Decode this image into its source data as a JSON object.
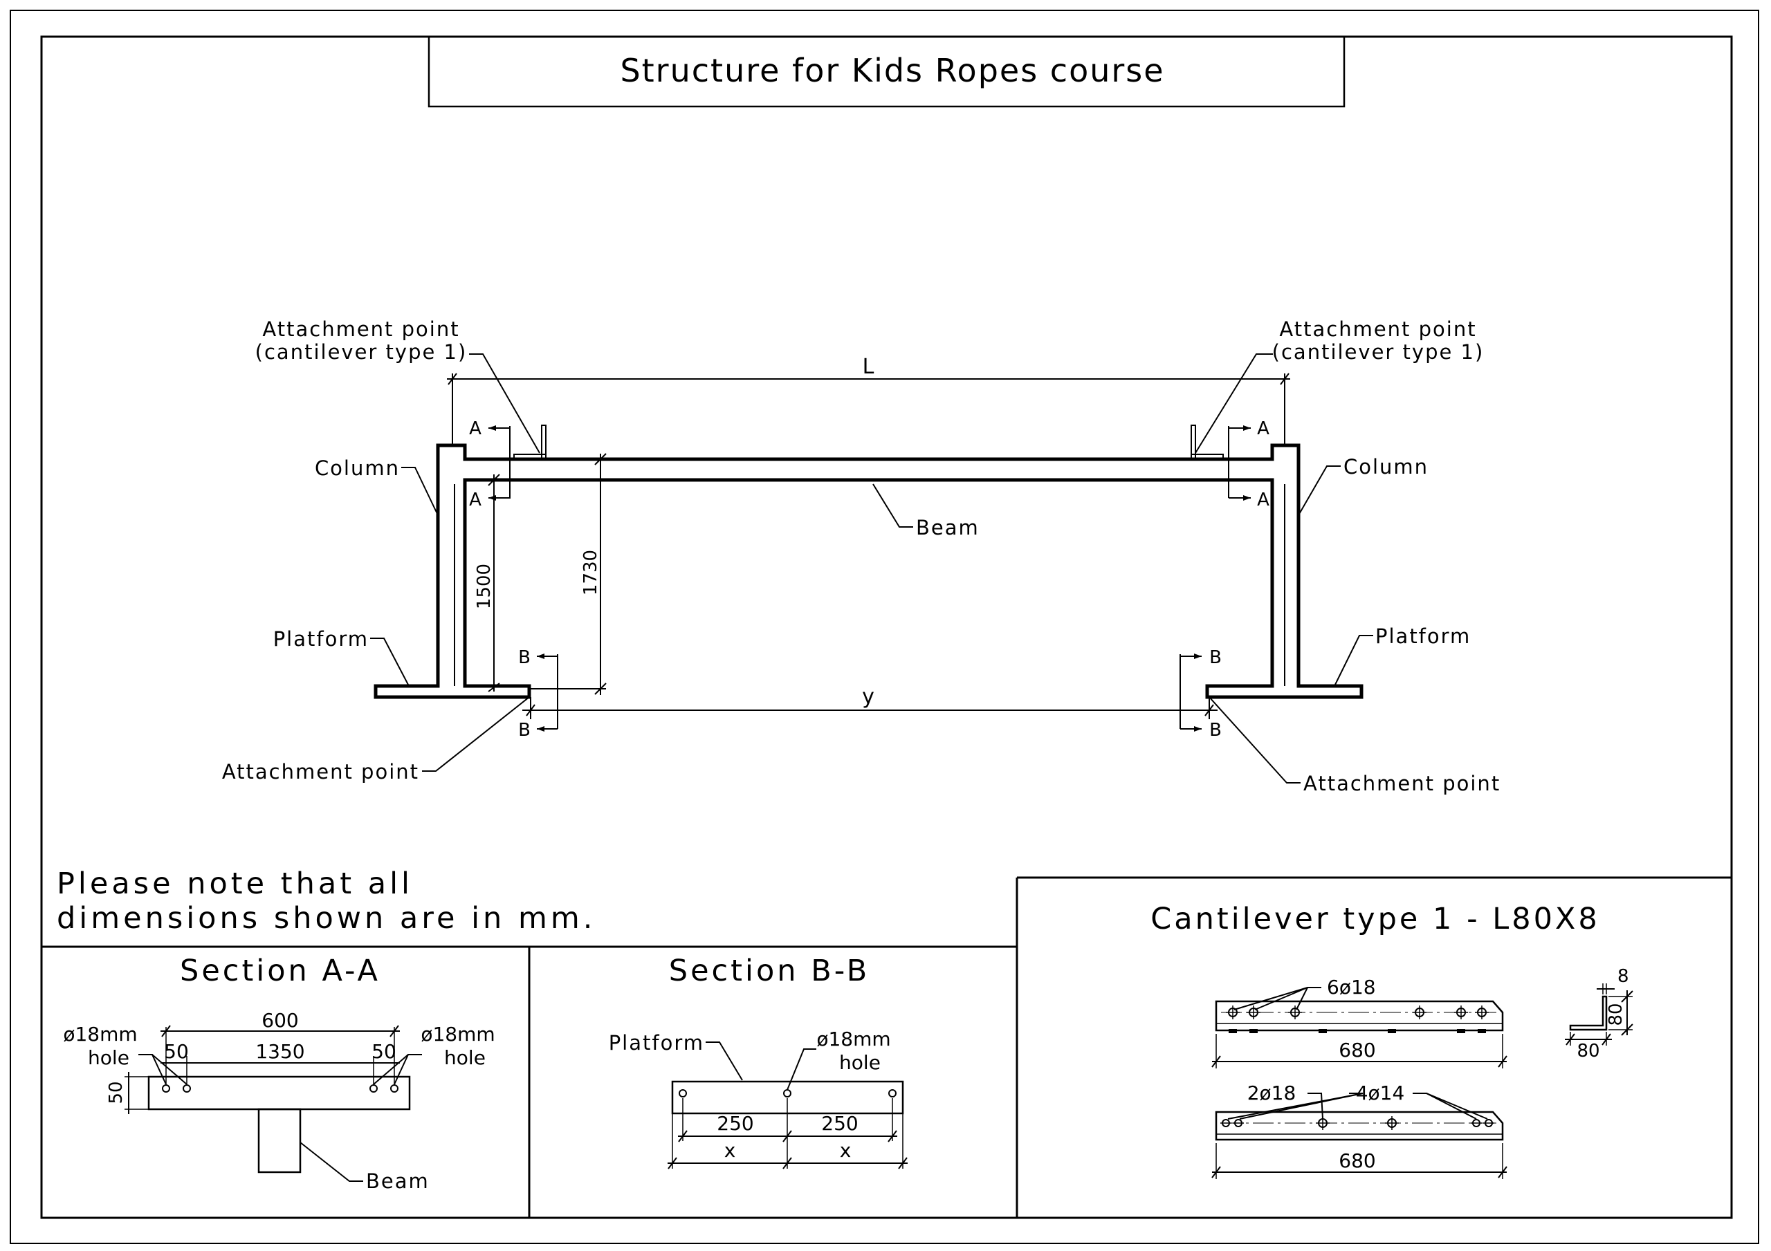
{
  "title": "Structure for Kids Ropes course",
  "main": {
    "att_top_left_1": "Attachment point",
    "att_top_left_2": "(cantilever type 1)",
    "att_top_right_1": "Attachment point",
    "att_top_right_2": "(cantilever type 1)",
    "column": "Column",
    "beam": "Beam",
    "platform": "Platform",
    "attachment_point": "Attachment point",
    "dim_L": "L",
    "dim_y": "y",
    "dim_1500": "1500",
    "dim_1730": "1730",
    "sec_A": "A",
    "sec_B": "B"
  },
  "note": {
    "line1": "Please note that all",
    "line2": "dimensions shown are in mm."
  },
  "section_aa": {
    "title": "Section A-A",
    "hole_1": "ø18mm",
    "hole_2": "hole",
    "dim_600": "600",
    "dim_1350": "1350",
    "dim_50": "50",
    "beam": "Beam"
  },
  "section_bb": {
    "title": "Section B-B",
    "platform": "Platform",
    "hole_1": "ø18mm",
    "hole_2": "hole",
    "dim_250": "250",
    "dim_x": "x"
  },
  "cantilever": {
    "title": "Cantilever type 1 - L80X8",
    "holes_top": "6ø18",
    "len": "680",
    "holes_a": "2ø18",
    "holes_b": "4ø14",
    "dim_8": "8",
    "dim_80": "80"
  }
}
